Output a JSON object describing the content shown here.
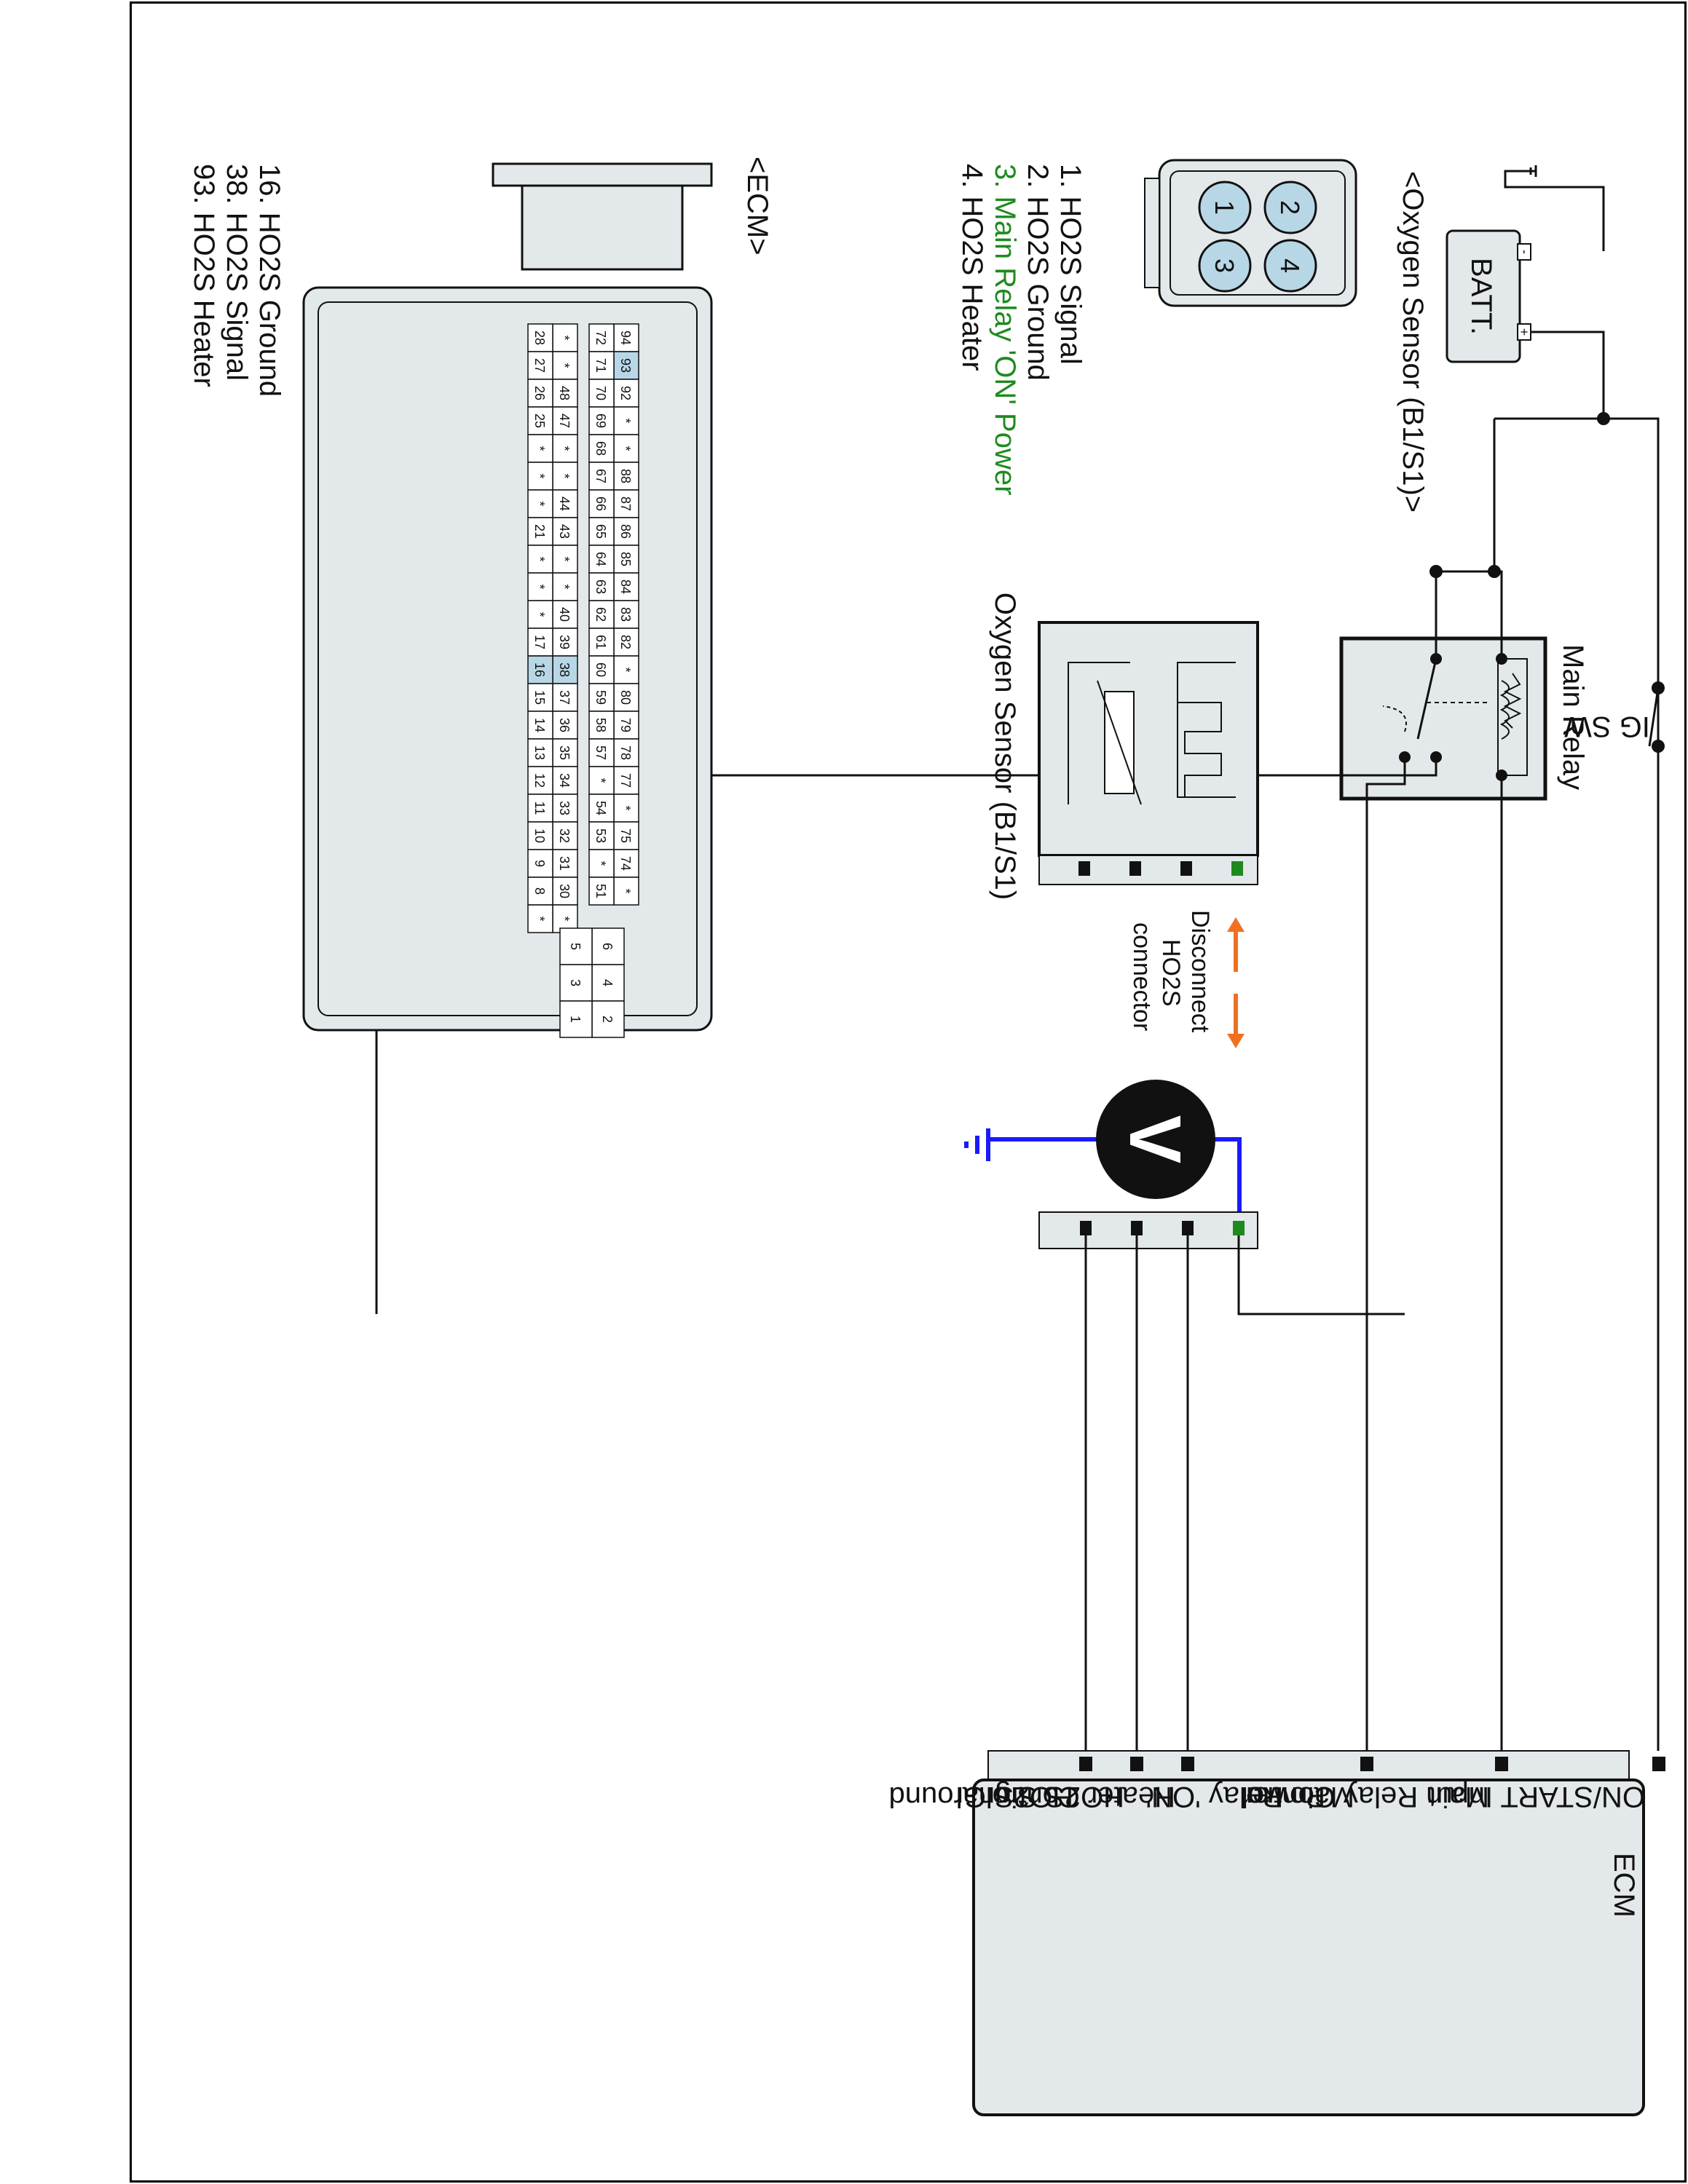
{
  "colors": {
    "wire": "#111111",
    "meter_wire": "#1a1aff",
    "highlight_pin": "#1e8a1e",
    "arrow": "#f07020",
    "connector_fill": "#e3e8ea",
    "pin_highlight_bg": "#b8d7e6"
  },
  "batt": {
    "label": "BATT.",
    "minus": "-",
    "plus": "+"
  },
  "ig_sw": {
    "label": "IG SW"
  },
  "main_relay": {
    "label": "Main Relay"
  },
  "sensor_box": {
    "label": "Oxygen Sensor (B1/S1)"
  },
  "disconnect": {
    "line1": "Disconnect",
    "line2": "HO2S",
    "line3": "connector"
  },
  "voltmeter": {
    "symbol": "V"
  },
  "ecm_box": {
    "title": "ECM",
    "pins": [
      {
        "label": "ON/START Input"
      },
      {
        "label": "Main Relay Control"
      },
      {
        "label_l1": "Main Relay 'ON'",
        "label_l2": "Power"
      },
      {
        "label": "Heater Control"
      },
      {
        "label": "HO2S  Signal"
      },
      {
        "label": "HO2S  Ground"
      }
    ]
  },
  "o2_connector": {
    "title": "<Oxygen Sensor (B1/S1)>",
    "pins": [
      "2",
      "1",
      "4",
      "3"
    ],
    "legend": [
      {
        "text": "1. HO2S Signal"
      },
      {
        "text": "2. HO2S Ground"
      },
      {
        "text": "3. Main Relay 'ON' Power"
      },
      {
        "text": "4. HO2S Heater"
      }
    ]
  },
  "ecm_connector": {
    "title": "<ECM>",
    "rows": [
      [
        "94",
        "93",
        "92",
        "*",
        "*",
        "88",
        "87",
        "86",
        "85",
        "84",
        "83",
        "82",
        "*",
        "80",
        "79",
        "78",
        "77",
        "*",
        "75",
        "74",
        "*"
      ],
      [
        "72",
        "71",
        "70",
        "69",
        "68",
        "67",
        "66",
        "65",
        "64",
        "63",
        "62",
        "61",
        "60",
        "59",
        "58",
        "57",
        "*",
        "54",
        "53",
        "*",
        "51"
      ],
      [
        "*",
        "*",
        "48",
        "47",
        "*",
        "*",
        "44",
        "43",
        "*",
        "*",
        "40",
        "39",
        "38",
        "37",
        "36",
        "35",
        "34",
        "33",
        "32",
        "31",
        "30",
        "*"
      ],
      [
        "28",
        "27",
        "26",
        "25",
        "*",
        "*",
        "*",
        "21",
        "*",
        "*",
        "*",
        "17",
        "16",
        "15",
        "14",
        "13",
        "12",
        "11",
        "10",
        "9",
        "8",
        "*"
      ]
    ],
    "highlight": [
      "93",
      "38",
      "16"
    ],
    "block_pins": [
      "6",
      "5",
      "4",
      "3",
      "2",
      "1"
    ],
    "legend": [
      {
        "text": "16. HO2S Ground"
      },
      {
        "text": "38. HO2S Signal"
      },
      {
        "text": "93. HO2S Heater"
      }
    ]
  }
}
